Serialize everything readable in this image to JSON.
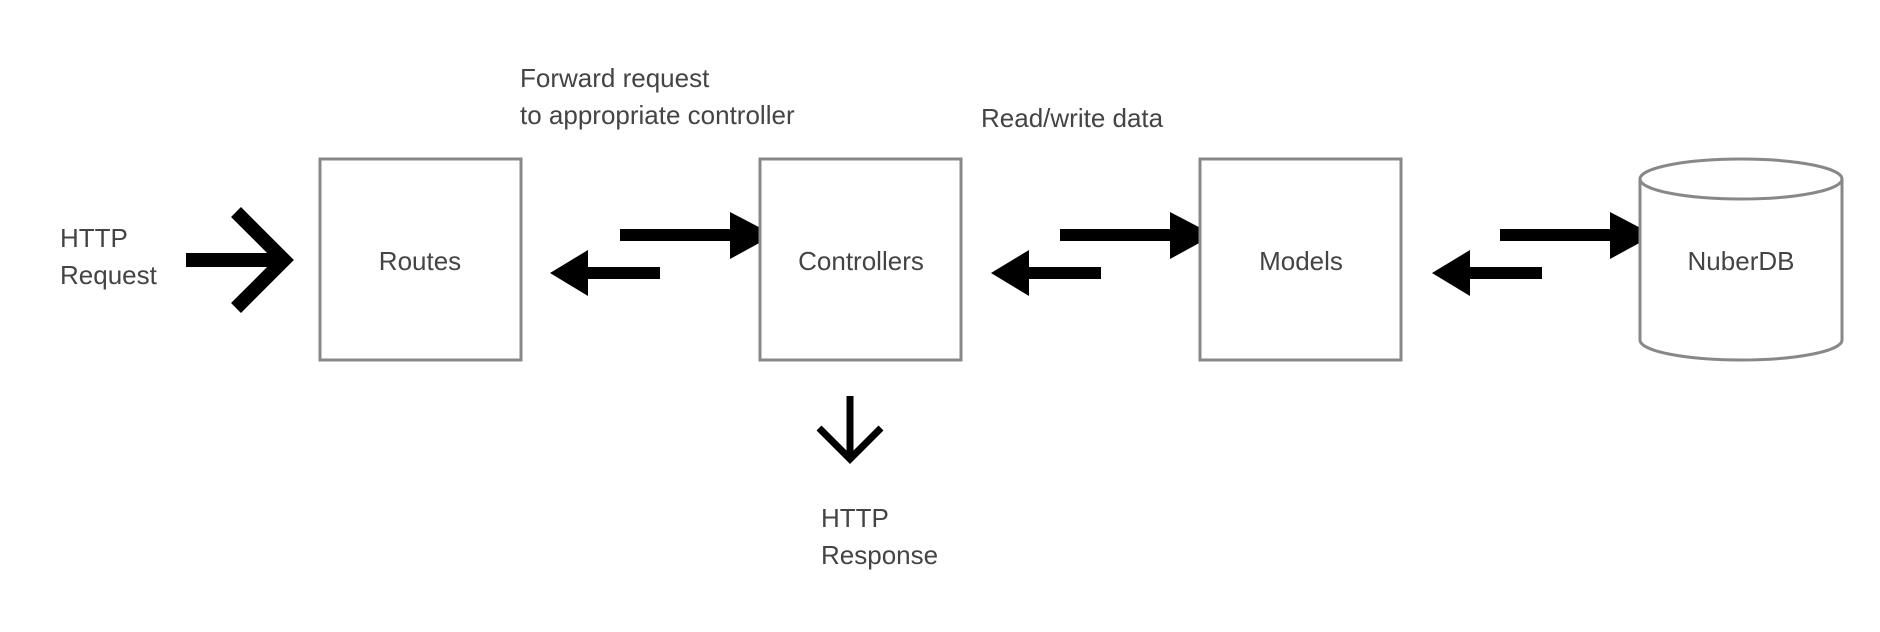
{
  "diagram": {
    "request_label": {
      "line1": "HTTP",
      "line2": "Request"
    },
    "forward_note": {
      "line1": "Forward request",
      "line2": "to appropriate controller"
    },
    "readwrite_note": "Read/write data",
    "routes_label": "Routes",
    "controllers_label": "Controllers",
    "models_label": "Models",
    "db_label": "NuberDB",
    "response_label": {
      "line1": "HTTP",
      "line2": "Response"
    },
    "colors": {
      "box_stroke": "#888888",
      "text": "#444444",
      "arrow": "#000000"
    }
  }
}
